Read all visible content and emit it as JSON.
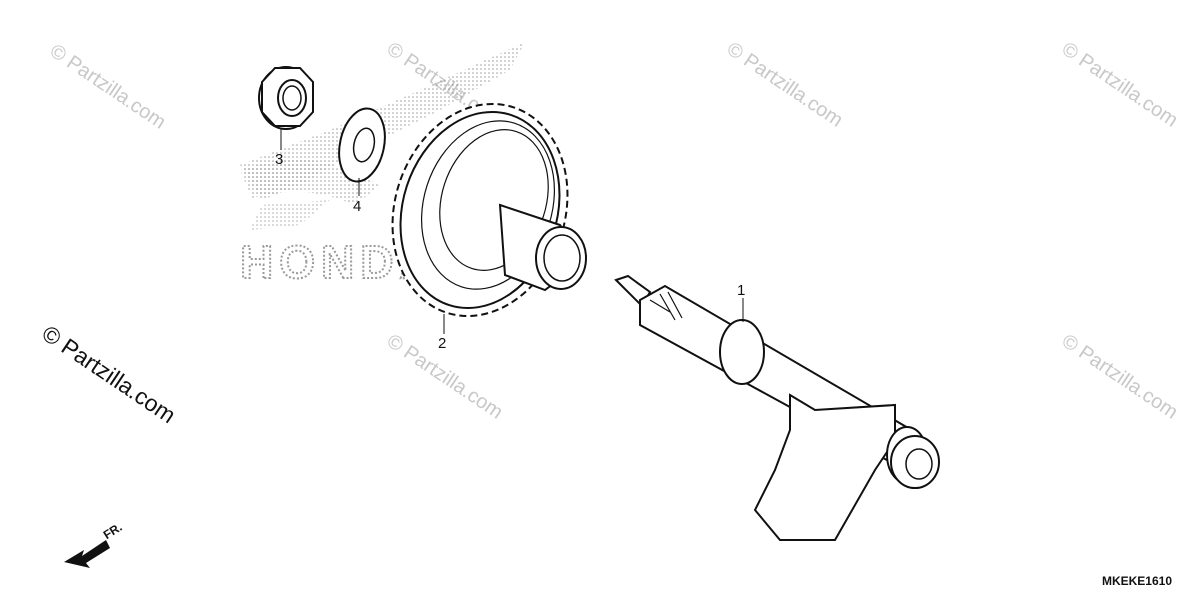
{
  "watermark": {
    "text": "© Partzilla.com",
    "main_text": "© Partzilla.com"
  },
  "brand_background": {
    "text": "HONDA",
    "color": "#9a9a9a"
  },
  "callouts": [
    {
      "number": "1",
      "part": "kick-starter-spindle"
    },
    {
      "number": "2",
      "part": "kick-starter-idle-gear"
    },
    {
      "number": "3",
      "part": "flange-nut"
    },
    {
      "number": "4",
      "part": "washer"
    }
  ],
  "front_indicator": {
    "label": "FR."
  },
  "diagram_code": "MKEKE1610",
  "icons": [
    "front-arrow-icon"
  ]
}
